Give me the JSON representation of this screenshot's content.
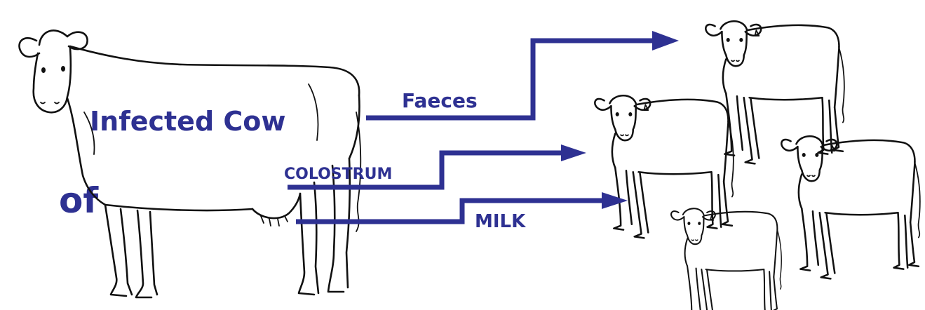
{
  "diagram": {
    "partial_text": "of",
    "source_label": "Infected Cow",
    "routes": [
      {
        "label": "Faeces"
      },
      {
        "label": "COLOSTRUM"
      },
      {
        "label": "MILK"
      }
    ]
  },
  "colors": {
    "accent": "#2e3192",
    "line_art": "#111111",
    "background": "#ffffff"
  },
  "icons": {
    "source": "cow-icon",
    "targets": [
      "calf-icon",
      "calf-icon",
      "calf-icon",
      "calf-icon"
    ]
  }
}
